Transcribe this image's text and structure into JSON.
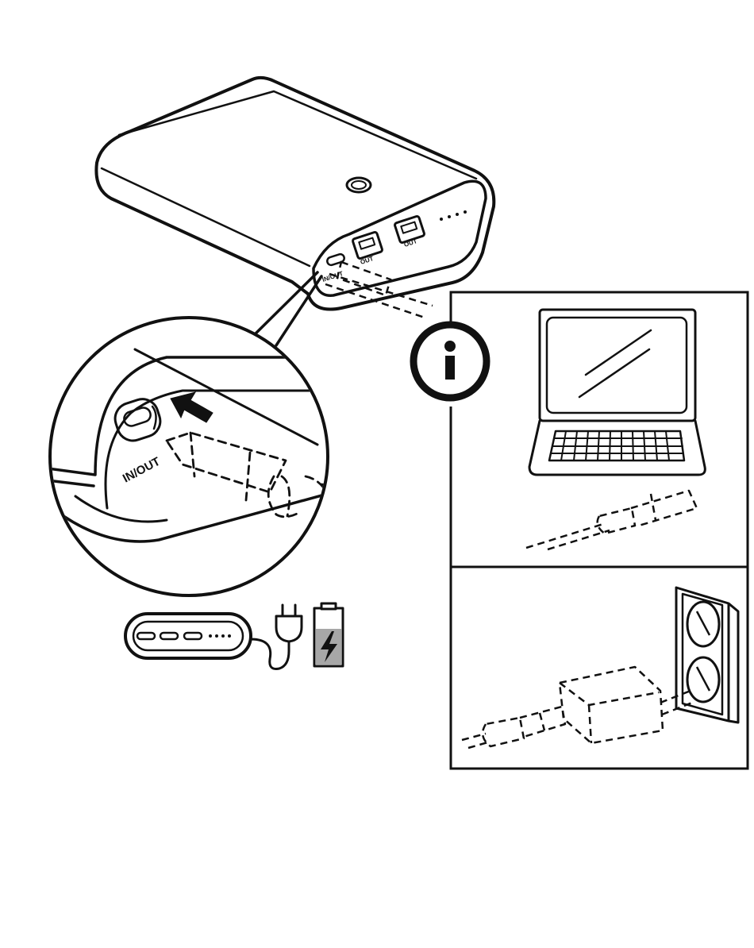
{
  "labels": {
    "port_in_out": "IN/OUT",
    "port_in_out_zoom": "IN/OUT",
    "port_out_2": "OUT",
    "port_out_1": "OUT"
  },
  "icons": {
    "info": "info-icon",
    "plug": "plug-icon",
    "battery": "battery-charging-icon",
    "laptop": "laptop-icon",
    "wall_adapter": "wall-adapter-icon",
    "wall_socket": "wall-socket-icon",
    "insert_arrow": "arrow-icon"
  },
  "colors": {
    "line": "#111111",
    "battery_fill": "#a7a7a7",
    "background": "#ffffff"
  }
}
